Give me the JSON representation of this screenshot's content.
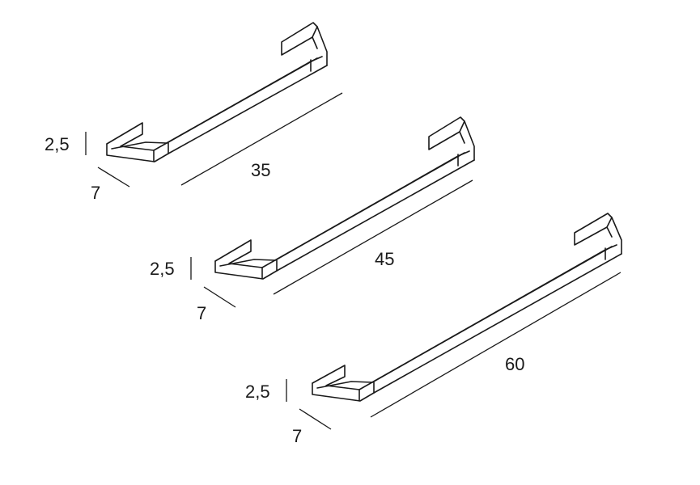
{
  "colors": {
    "line": "#1a1a1a",
    "background": "#ffffff"
  },
  "items": [
    {
      "length": "35",
      "height": "2,5",
      "depth": "7"
    },
    {
      "length": "45",
      "height": "2,5",
      "depth": "7"
    },
    {
      "length": "60",
      "height": "2,5",
      "depth": "7"
    }
  ]
}
